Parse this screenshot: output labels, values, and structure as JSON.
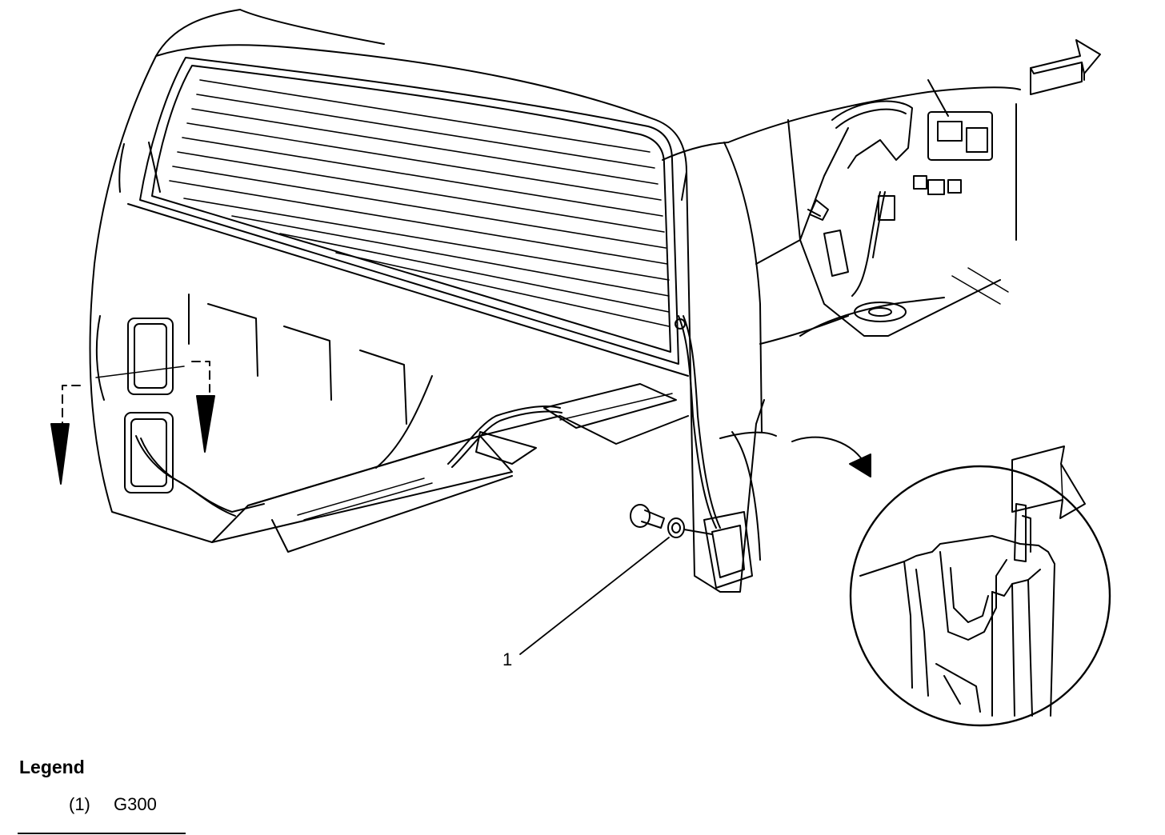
{
  "callout": {
    "number": "1"
  },
  "legend": {
    "title": "Legend",
    "items": [
      {
        "number": "(1)",
        "label": "G300"
      }
    ]
  }
}
